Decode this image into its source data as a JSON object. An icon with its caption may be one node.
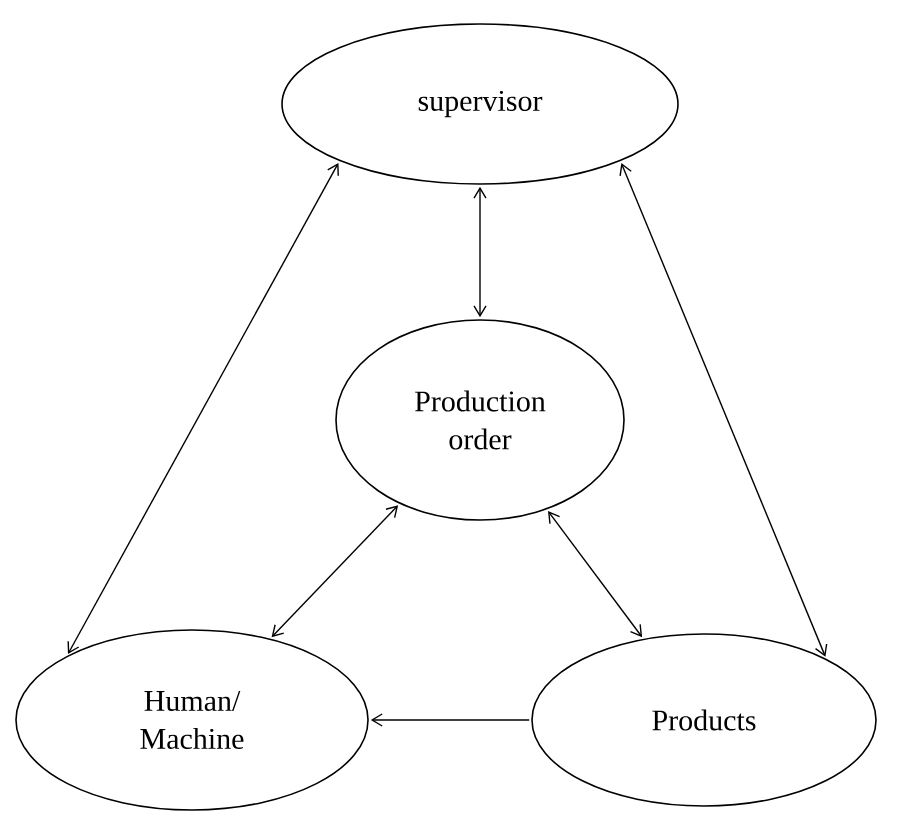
{
  "diagram": {
    "nodes": [
      {
        "text": [
          "supervisor"
        ]
      },
      {
        "text": [
          "Production order"
        ]
      },
      {
        "text": [
          "Human/ Machine"
        ]
      },
      {
        "text": [
          "Products"
        ]
      }
    ],
    "edges": [
      {
        "from": 0,
        "to": 1,
        "arrow": "both"
      },
      {
        "from": 0,
        "to": 2,
        "arrow": "both"
      },
      {
        "from": 0,
        "to": 3,
        "arrow": "both"
      },
      {
        "from": 1,
        "to": 2,
        "arrow": "both"
      },
      {
        "from": 1,
        "to": 3,
        "arrow": "both"
      },
      {
        "from": 3,
        "to": 2,
        "arrow": "to"
      }
    ]
  }
}
